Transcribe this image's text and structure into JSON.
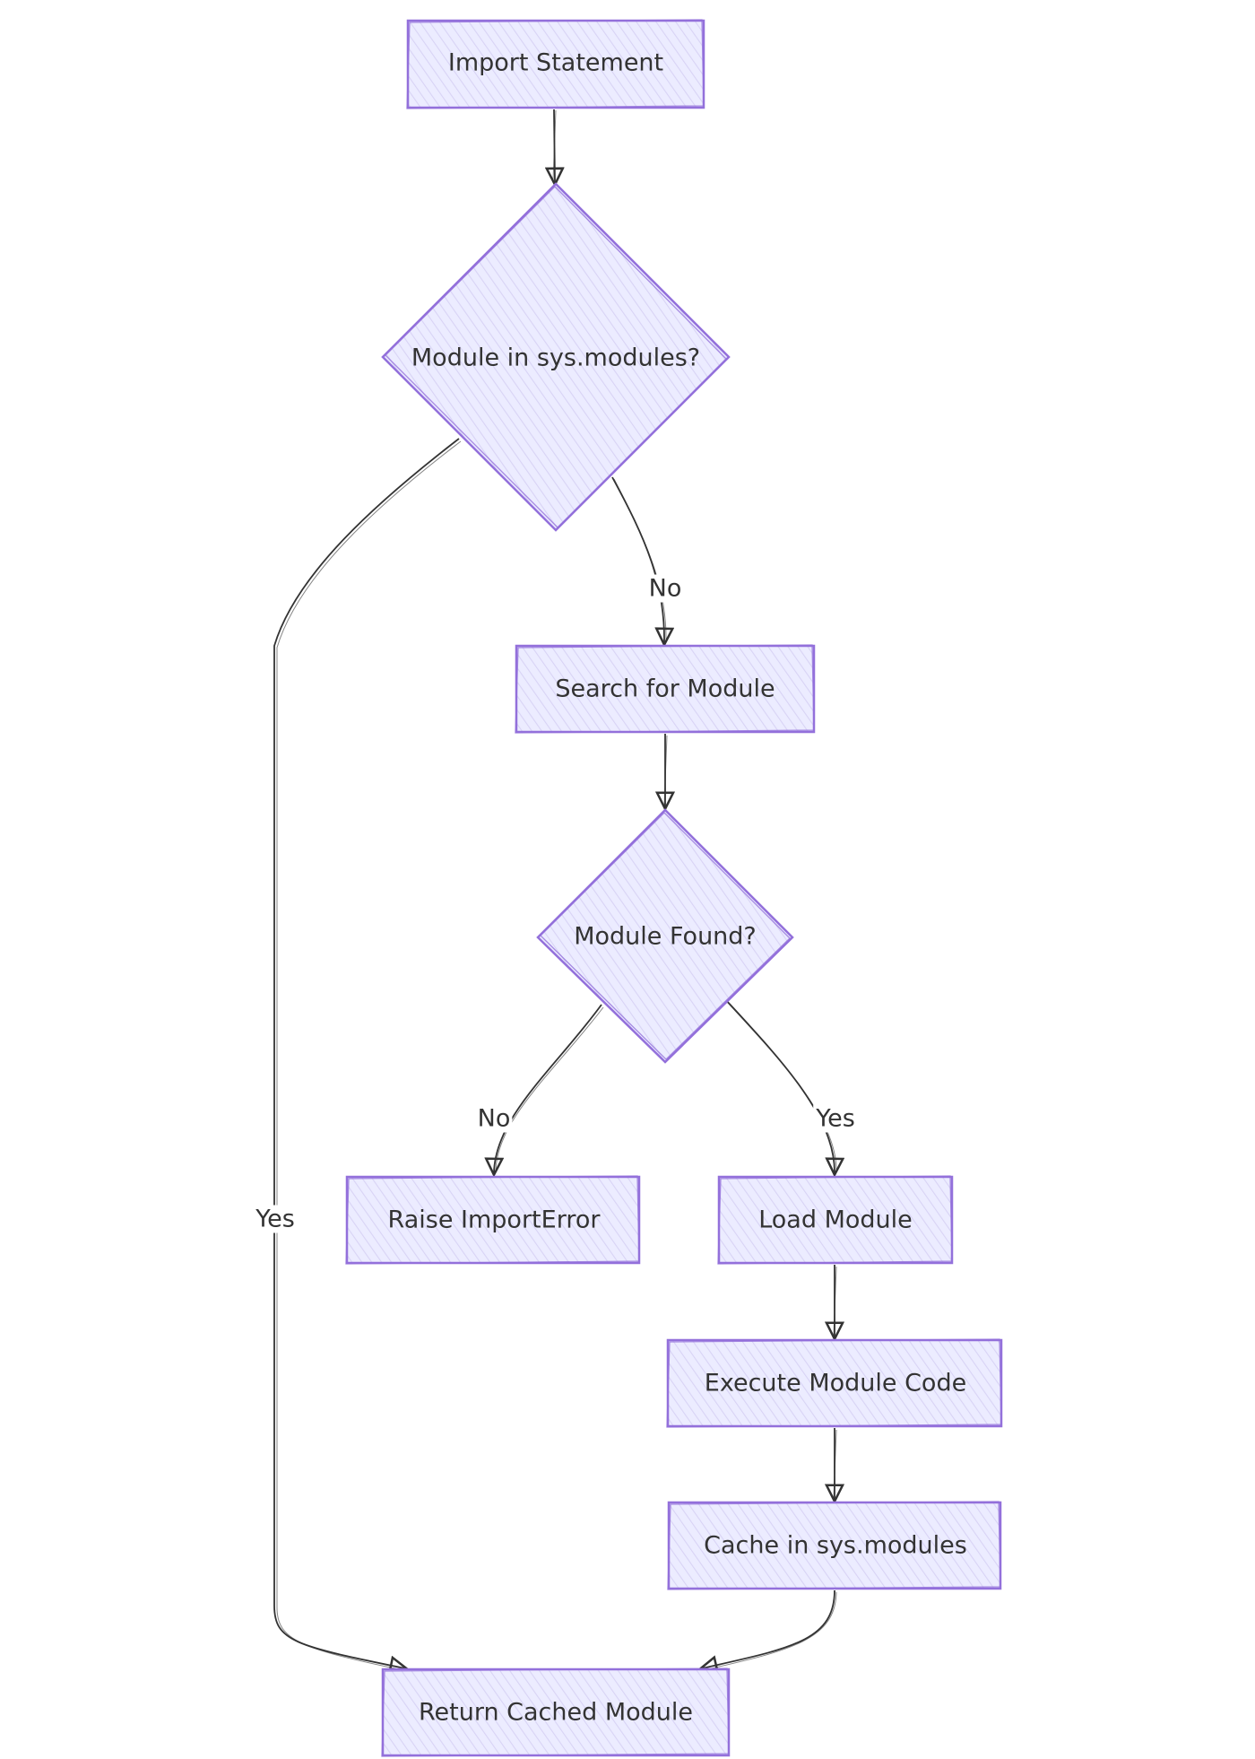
{
  "colors": {
    "node_fill": "#ECECFF",
    "node_stroke": "#9370DB",
    "edge": "#333333",
    "text": "#333333",
    "background": "#ffffff"
  },
  "nodes": {
    "import_statement": "Import Statement",
    "in_sys_modules": "Module in sys.modules?",
    "search_module": "Search for Module",
    "module_found": "Module Found?",
    "raise_import_error": "Raise ImportError",
    "load_module": "Load Module",
    "execute_code": "Execute Module Code",
    "cache_module": "Cache in sys.modules",
    "return_cached": "Return Cached Module"
  },
  "edges": {
    "sys_yes": "Yes",
    "sys_no": "No",
    "found_no": "No",
    "found_yes": "Yes"
  }
}
